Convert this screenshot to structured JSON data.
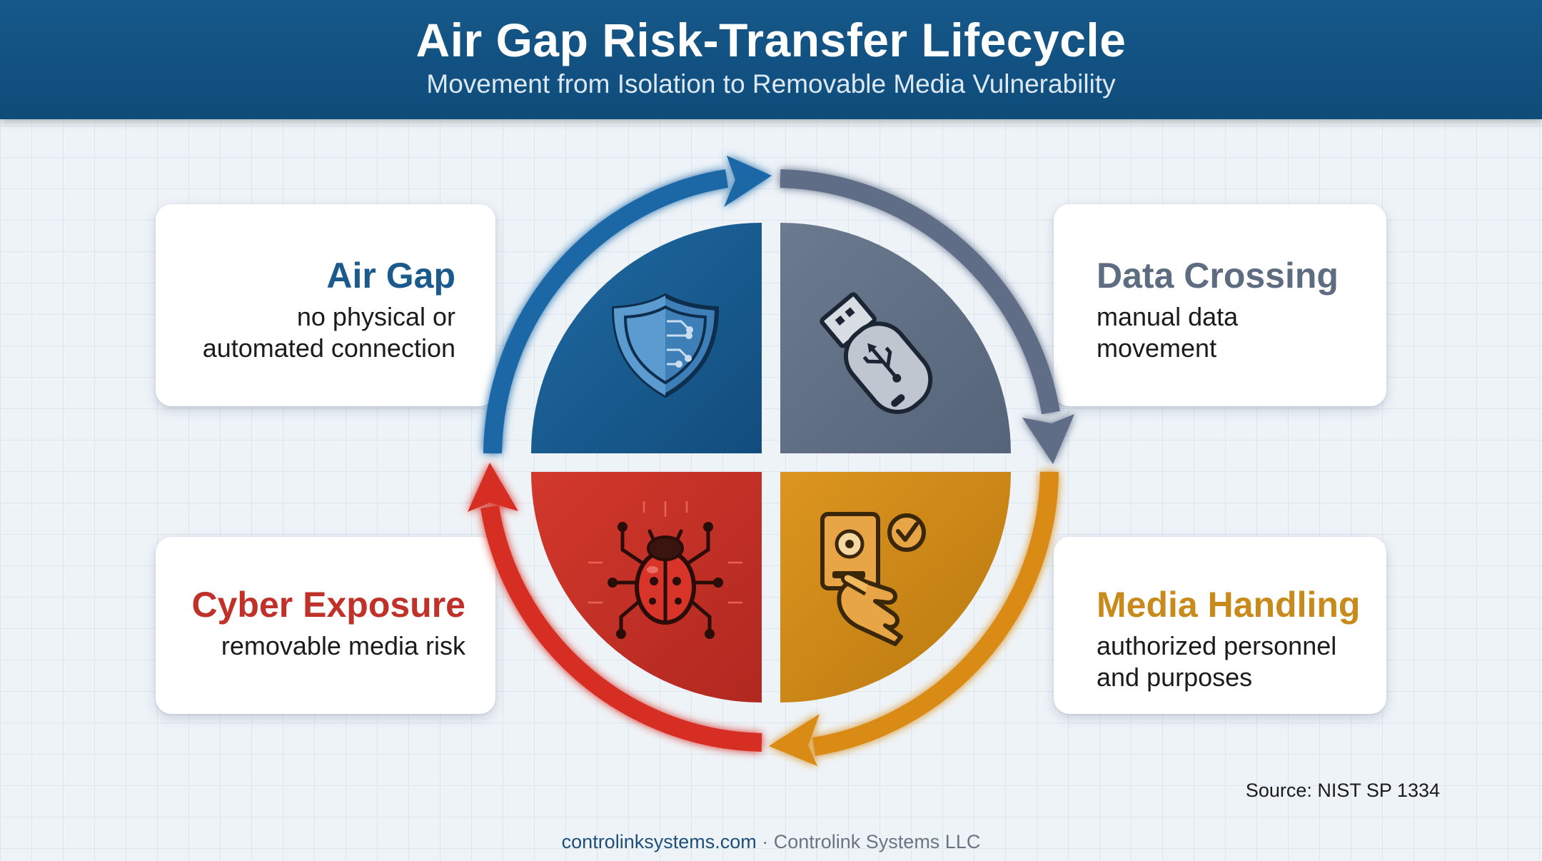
{
  "header": {
    "title": "Air Gap Risk-Transfer Lifecycle",
    "subtitle": "Movement from Isolation to Removable Media Vulnerability"
  },
  "stages": [
    {
      "title": "Air Gap",
      "lines": [
        "no physical or",
        "automated connection"
      ],
      "color": "#1a5a8c",
      "icon": "shield-circuit-icon"
    },
    {
      "title": "Data Crossing",
      "lines": [
        "manual data",
        "movement"
      ],
      "color": "#5e6c82",
      "icon": "usb-drive-icon"
    },
    {
      "title": "Media Handling",
      "lines": [
        "authorized personnel",
        "and purposes"
      ],
      "color": "#c98a1c",
      "icon": "hand-media-check-icon"
    },
    {
      "title": "Cyber Exposure",
      "lines": [
        "removable media risk"
      ],
      "color": "#c0312a",
      "icon": "bug-icon"
    }
  ],
  "source": "Source: NIST SP 1334",
  "footer": {
    "site": "controlinksystems.com",
    "separator": " · ",
    "company": "Controlink Systems LLC"
  }
}
